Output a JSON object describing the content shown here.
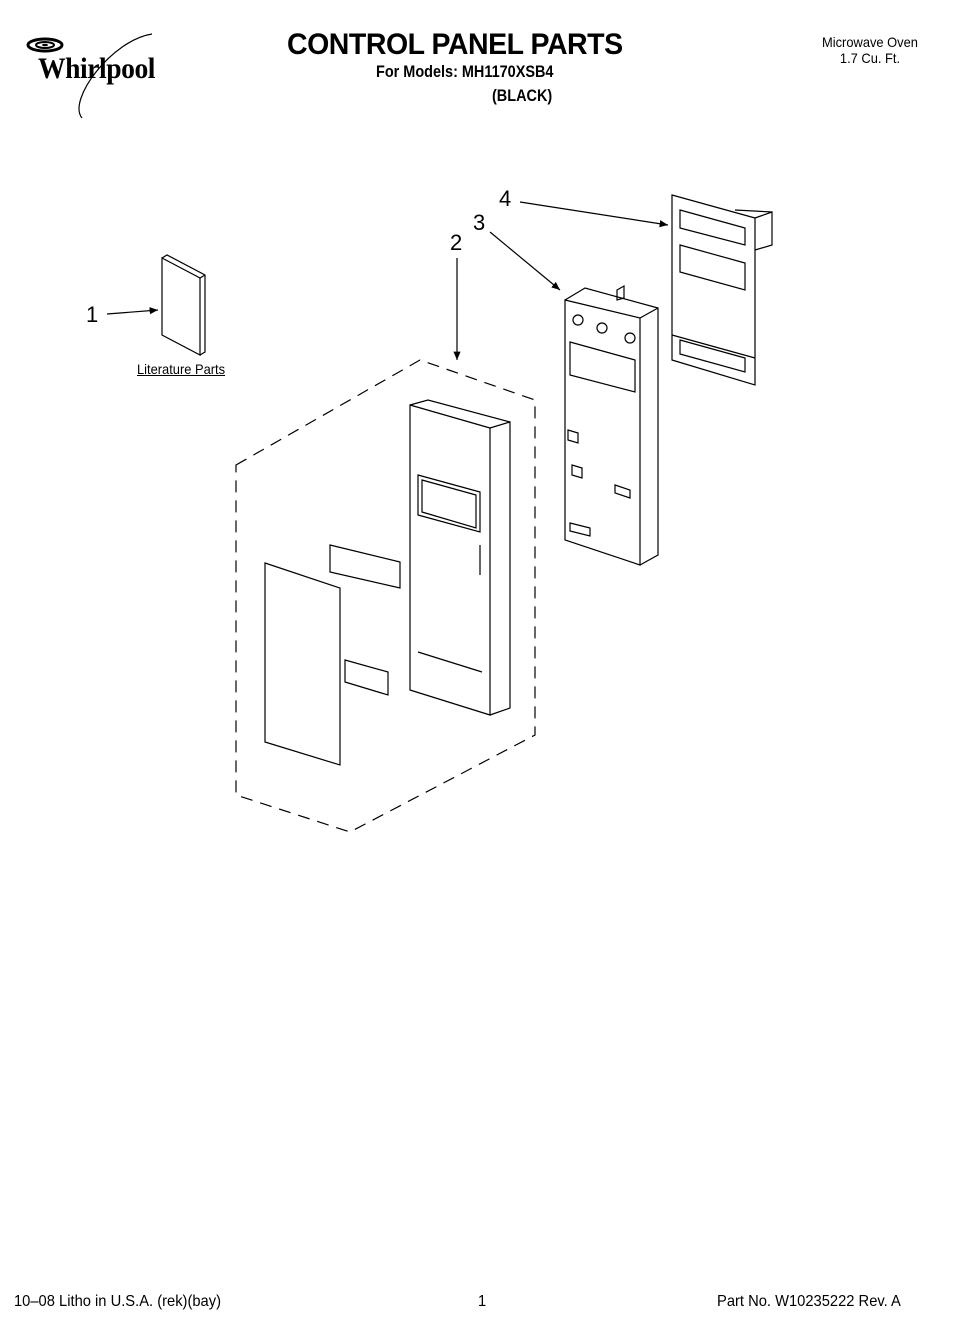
{
  "header": {
    "brand": "Whirlpool",
    "title": "CONTROL PANEL PARTS",
    "models": "For Models: MH1170XSB4",
    "color": "(BLACK)",
    "product_line1": "Microwave Oven",
    "product_line2": "1.7 Cu. Ft."
  },
  "diagram": {
    "callouts": [
      "1",
      "2",
      "3",
      "4"
    ],
    "literature_label": "Literature Parts"
  },
  "footer": {
    "litho": "10–08 Litho in U.S.A. (rek)(bay)",
    "page": "1",
    "part_no": "Part No. W10235222 Rev. A"
  }
}
